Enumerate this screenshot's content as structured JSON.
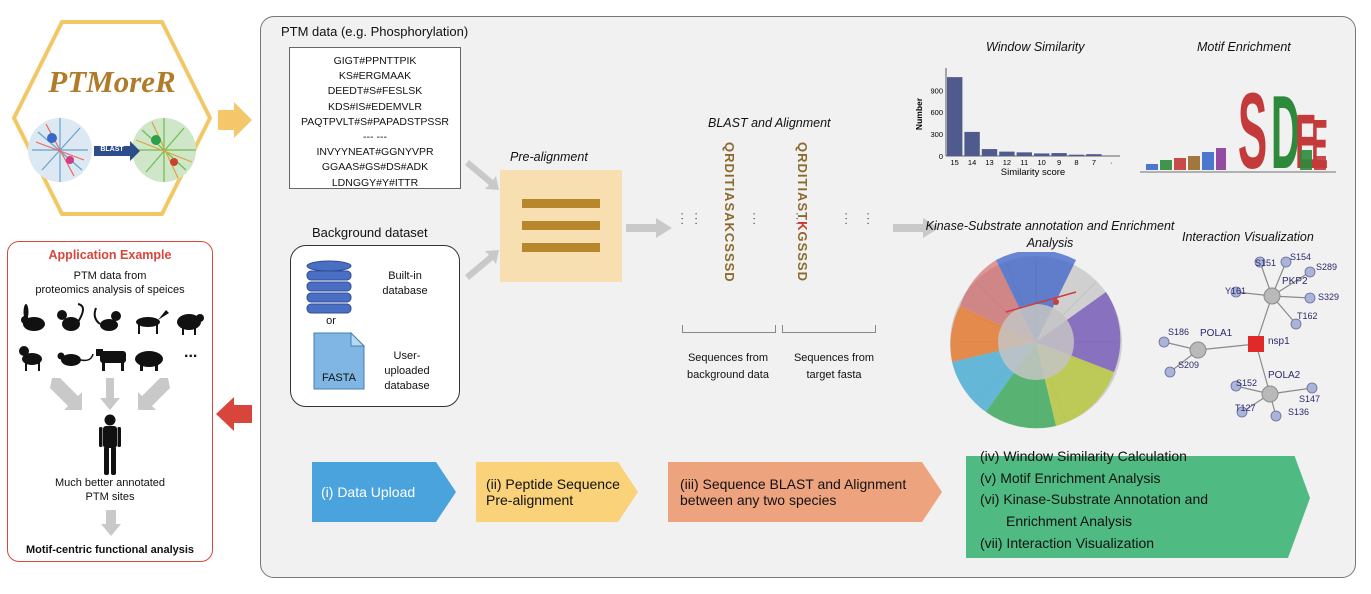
{
  "logo": {
    "title": "PTMoreR",
    "blast_label": "BLAST"
  },
  "ptm_data": {
    "title": "PTM data (e.g. Phosphorylation)",
    "sequences": [
      "GIGT#PPNTTPIK",
      "KS#ERGMAAK",
      "DEEDT#S#FESLSK",
      "KDS#IS#EDEMVLR",
      "PAQTPVLT#S#PAPADSTPSSR",
      "--- ---",
      "INVYYNEAT#GGNYVPR",
      "GGAAS#GS#DS#ADK",
      "LDNGGY#Y#ITTR"
    ]
  },
  "background": {
    "title": "Background dataset",
    "builtin": "Built-in database",
    "or": "or",
    "fasta": "FASTA",
    "uploaded": "User-uploaded database"
  },
  "prealign": {
    "title": "Pre-alignment"
  },
  "blast": {
    "title": "BLAST and Alignment",
    "seq_left": "QRDITIASAKCSSSD",
    "seq_right_a": "QRDITIAST",
    "seq_right_k": "K",
    "seq_right_b": "GSSSD",
    "caption_left": "Sequences from background data",
    "caption_right": "Sequences from target fasta"
  },
  "window_similarity": {
    "title": "Window Similarity"
  },
  "motif_enrichment": {
    "title": "Motif Enrichment"
  },
  "kinase": {
    "title": "Kinase-Substrate annotation and Enrichment Analysis"
  },
  "interaction": {
    "title": "Interaction Visualization",
    "hubs": [
      "PKP2",
      "POLA1",
      "POLA2",
      "nsp1"
    ],
    "sites": [
      "S151",
      "S154",
      "S289",
      "Y161",
      "S329",
      "T162",
      "S186",
      "S209",
      "S152",
      "S147",
      "T127",
      "S136"
    ]
  },
  "chart_data": {
    "type": "bar",
    "title": "Window Similarity",
    "xlabel": "Similarity score",
    "ylabel": "Number",
    "categories": [
      "15",
      "14",
      "13",
      "12",
      "11",
      "10",
      "9",
      "8",
      "7"
    ],
    "x_tick_labels": [
      "15",
      "14",
      "13",
      "12",
      "11",
      "10",
      "9",
      "8",
      "7",
      "·"
    ],
    "values": [
      1080,
      330,
      95,
      60,
      50,
      35,
      40,
      18,
      25
    ],
    "yticks": [
      0,
      300,
      600,
      900
    ],
    "ylim": [
      0,
      1150
    ],
    "color": "#4f5b8c"
  },
  "steps": [
    {
      "label": "(i) Data Upload",
      "color": "#4aa3dc"
    },
    {
      "label": "(ii) Peptide Sequence Pre-alignment",
      "color": "#f9d27a"
    },
    {
      "label": "(iii) Sequence BLAST and Alignment between any two species",
      "color": "#eea37f"
    },
    {
      "label": "",
      "color": "#4fbb83"
    }
  ],
  "steps_final": [
    "(iv) Window Similarity Calculation",
    "(v) Motif Enrichment Analysis",
    "(vi) Kinase-Substrate Annotation and",
    "Enrichment Analysis",
    "(vii) Interaction Visualization"
  ],
  "application": {
    "title": "Application Example",
    "line1": "PTM data from",
    "line2": "proteomics analysis of speices",
    "ellipsis": "...",
    "line3": "Much better annotated",
    "line4": "PTM sites",
    "line5": "Motif-centric functional analysis"
  },
  "colors": {
    "accent_red": "#d8453a",
    "arrow_yellow": "#f5c76a",
    "gold": "#b8862b"
  }
}
